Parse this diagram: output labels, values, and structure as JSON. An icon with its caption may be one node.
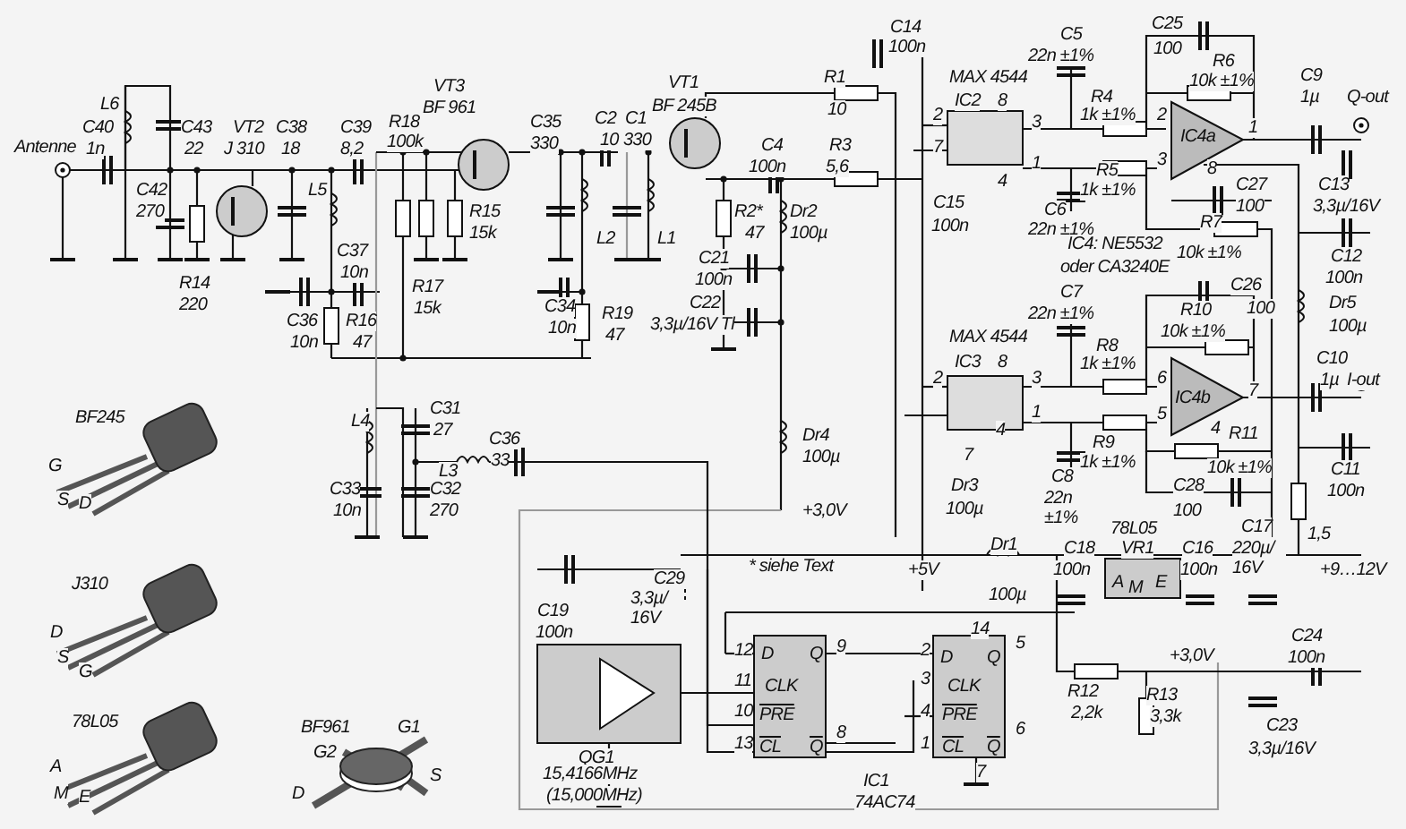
{
  "diagram": {
    "labels": [
      "C14",
      "C5",
      "C25",
      "100n",
      "22n ±1%",
      "100",
      "R6",
      "VT3",
      "VT1",
      "R1",
      "MAX 4544",
      "10k ±1%",
      "C9",
      "L6",
      "BF 961",
      "BF 245B",
      "10",
      "IC2",
      "8",
      "R4",
      "1µ",
      "Q-out",
      "C40",
      "C43",
      "VT2",
      "C38",
      "C39",
      "R18",
      "C35",
      "C2",
      "C1",
      "2",
      "3",
      "1k ±1%",
      "2",
      "1",
      "Antenne",
      "1n",
      "22",
      "J 310",
      "18",
      "8,2",
      "100k",
      "330",
      "10",
      "330",
      "C4",
      "R3",
      "7",
      "IC4a",
      "100n",
      "5,6",
      "1",
      "R5",
      "3",
      "8",
      "C42",
      "L5",
      "4",
      "1k ±1%",
      "C27",
      "C13",
      "270",
      "R15",
      "R2*",
      "Dr2",
      "C15",
      "C6",
      "100",
      "3,3µ/16V",
      "15k",
      "L2",
      "L1",
      "47",
      "100µ",
      "100n",
      "22n ±1%",
      "R7",
      "C37",
      "C21",
      "IC4: NE5532",
      "10k ±1%",
      "C12",
      "R14",
      "10n",
      "100n",
      "oder CA3240E",
      "100n",
      "R17",
      "C7",
      "C26",
      "220",
      "15k",
      "C34",
      "R19",
      "C22",
      "22n ±1%",
      "R10",
      "100",
      "Dr5",
      "C36",
      "R16",
      "10n",
      "47",
      "3,3µ/16V Tl",
      "10k ±1%",
      "100µ",
      "10n",
      "47",
      "MAX 4544",
      "R8",
      "IC3",
      "8",
      "1k ±1%",
      "C10",
      "2",
      "3",
      "6",
      "IC4b",
      "7",
      "1µ",
      "I-out",
      "BF245",
      "L4",
      "C31",
      "1",
      "5",
      "27",
      "Dr4",
      "4",
      "4",
      "R11",
      "C36",
      "R9",
      "G",
      "L3",
      "33",
      "100µ",
      "7",
      "C8",
      "1k ±1%",
      "10k ±1%",
      "C11",
      "C33",
      "C32",
      "Dr3",
      "C28",
      "100n",
      "S",
      "D",
      "10n",
      "270",
      "+3,0V",
      "100µ",
      "22n ±1%",
      "100",
      "78L05",
      "C17",
      "1,5",
      "Dr1",
      "C18",
      "VR1",
      "C16",
      "220µ/ 16V",
      "* siehe Text",
      "+5V",
      "100n",
      "100n",
      "+9…12V",
      "J310",
      "C29",
      "A",
      "M",
      "E",
      "3,3µ/ 16V",
      "100µ",
      "C19",
      "D",
      "100n",
      "14",
      "C24",
      "S",
      "12",
      "D",
      "Q",
      "9",
      "2",
      "D",
      "Q",
      "5",
      "+3,0V",
      "100n",
      "G",
      "11",
      "CLK",
      "3",
      "CLK",
      "R12",
      "R13",
      "78L05",
      "BF961",
      "G1",
      "10",
      "PRE",
      "8",
      "4",
      "PRE",
      "6",
      "2,2k",
      "3,3k",
      "C23",
      "G2",
      "QG1",
      "13",
      "CL",
      "Q",
      "1",
      "CL",
      "Q",
      "3,3µ/16V",
      "A",
      "S",
      "15,4166MHz",
      "IC1",
      "7",
      "M",
      "E",
      "D",
      "(15,000MHz)",
      "74AC74"
    ]
  }
}
